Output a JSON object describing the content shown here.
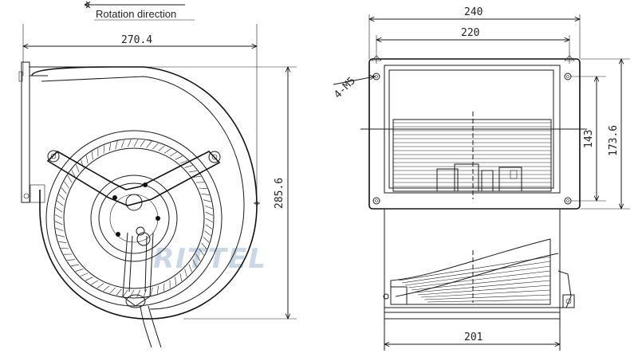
{
  "caption": {
    "rotation_direction": "Rotation direction"
  },
  "dimensions": {
    "overall_width": "270.4",
    "overall_height": "285.6",
    "flange_width": "240",
    "hole_spacing_width": "220",
    "hole_spacing_height": "143",
    "flange_height": "173.6",
    "outlet_width": "201",
    "mounting_holes": "4-M5"
  },
  "watermark": "RITTEL"
}
